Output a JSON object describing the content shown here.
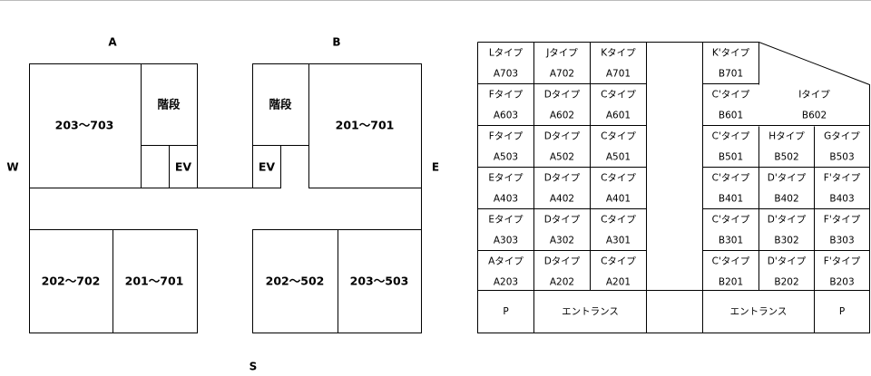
{
  "compass": {
    "north_a": "A",
    "north_b": "B",
    "west": "W",
    "east": "E",
    "south": "S"
  },
  "left_plan": {
    "room_top_left": "203～703",
    "stairs_left": "階段",
    "ev_left": "EV",
    "stairs_right": "階段",
    "ev_right": "EV",
    "room_top_right": "201～701",
    "room_bottom_1": "202～702",
    "room_bottom_2": "201～701",
    "room_bottom_3": "202～502",
    "room_bottom_4": "203～503"
  },
  "right_table": {
    "rows": [
      {
        "left": [
          [
            "Lタイプ",
            "A703"
          ],
          [
            "Jタイプ",
            "A702"
          ],
          [
            "Kタイプ",
            "A701"
          ]
        ],
        "right": [
          [
            "K'タイプ",
            "B701"
          ]
        ]
      },
      {
        "left": [
          [
            "Fタイプ",
            "A603"
          ],
          [
            "Dタイプ",
            "A602"
          ],
          [
            "Cタイプ",
            "A601"
          ]
        ],
        "right": [
          [
            "C'タイプ",
            "B601"
          ],
          [
            "Iタイプ",
            "B602"
          ]
        ]
      },
      {
        "left": [
          [
            "Fタイプ",
            "A503"
          ],
          [
            "Dタイプ",
            "A502"
          ],
          [
            "Cタイプ",
            "A501"
          ]
        ],
        "right": [
          [
            "C'タイプ",
            "B501"
          ],
          [
            "Hタイプ",
            "B502"
          ],
          [
            "Gタイプ",
            "B503"
          ]
        ]
      },
      {
        "left": [
          [
            "Eタイプ",
            "A403"
          ],
          [
            "Dタイプ",
            "A402"
          ],
          [
            "Cタイプ",
            "A401"
          ]
        ],
        "right": [
          [
            "C'タイプ",
            "B401"
          ],
          [
            "D'タイプ",
            "B402"
          ],
          [
            "F'タイプ",
            "B403"
          ]
        ]
      },
      {
        "left": [
          [
            "Eタイプ",
            "A303"
          ],
          [
            "Dタイプ",
            "A302"
          ],
          [
            "Cタイプ",
            "A301"
          ]
        ],
        "right": [
          [
            "C'タイプ",
            "B301"
          ],
          [
            "D'タイプ",
            "B302"
          ],
          [
            "F'タイプ",
            "B303"
          ]
        ]
      },
      {
        "left": [
          [
            "Aタイプ",
            "A203"
          ],
          [
            "Dタイプ",
            "A202"
          ],
          [
            "Cタイプ",
            "A201"
          ]
        ],
        "right": [
          [
            "C'タイプ",
            "B201"
          ],
          [
            "D'タイプ",
            "B202"
          ],
          [
            "F'タイプ",
            "B203"
          ]
        ]
      }
    ],
    "bottom": {
      "p_left": "P",
      "entrance_left": "エントランス",
      "entrance_right": "エントランス",
      "p_right": "P"
    }
  }
}
